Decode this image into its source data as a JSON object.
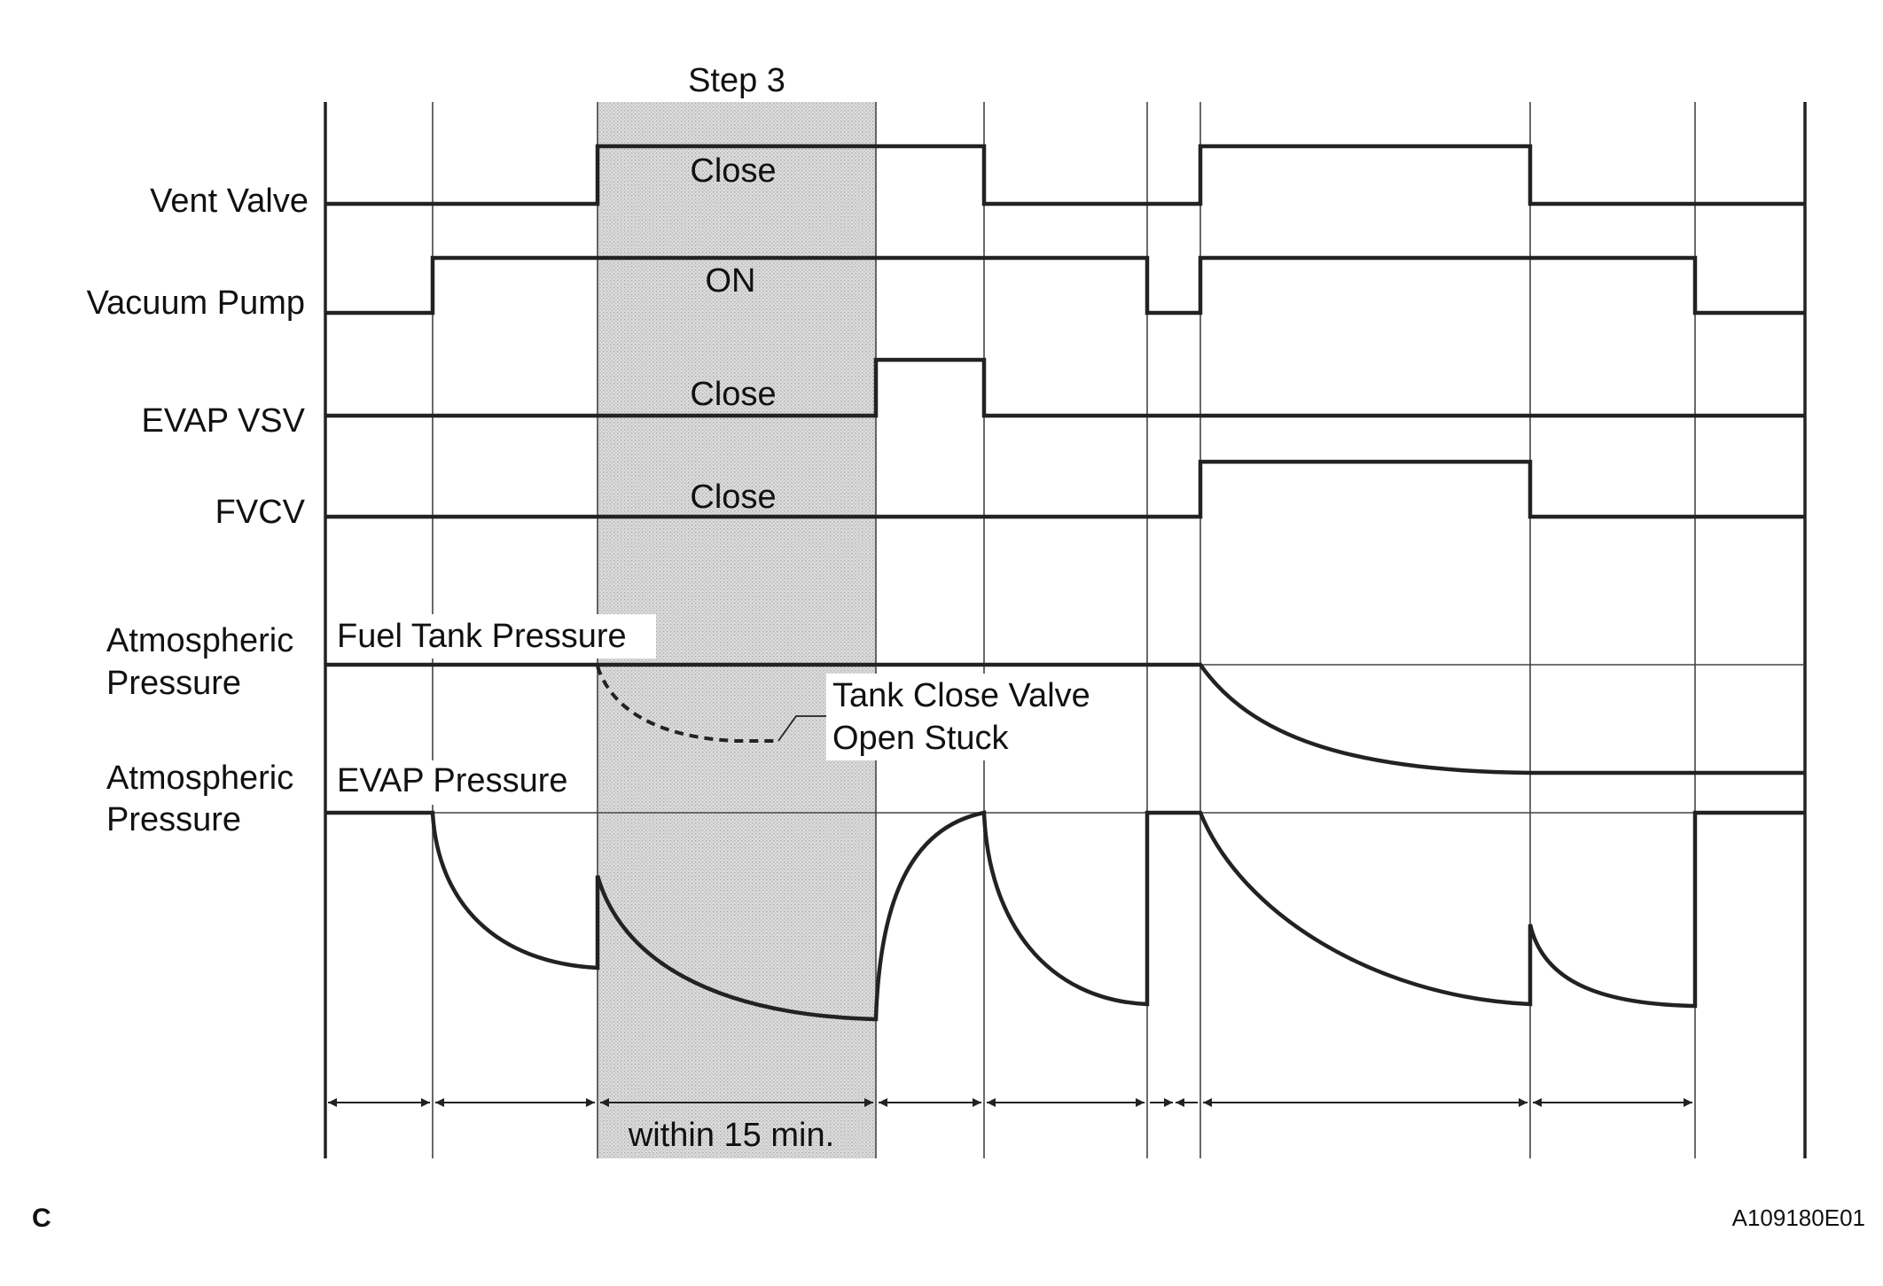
{
  "step_label": "Step 3",
  "signals": [
    {
      "id": "vent",
      "label": "Vent Valve",
      "state_label": "Close"
    },
    {
      "id": "pump",
      "label": "Vacuum Pump",
      "state_label": "ON"
    },
    {
      "id": "vsv",
      "label": "EVAP VSV",
      "state_label": "Close"
    },
    {
      "id": "fvcv",
      "label": "FVCV",
      "state_label": "Close"
    }
  ],
  "pressure": [
    {
      "id": "tank",
      "axis_label": [
        "Atmospheric",
        "Pressure"
      ],
      "trace_label": "Fuel Tank Pressure"
    },
    {
      "id": "evap",
      "axis_label": [
        "Atmospheric",
        "Pressure"
      ],
      "trace_label": "EVAP Pressure"
    }
  ],
  "annotation": [
    "Tank Close Valve",
    "Open Stuck"
  ],
  "duration_label": "within 15 min.",
  "corner_letter": "C",
  "figure_id": "A109180E01",
  "colors": {
    "line": "#222222",
    "shade": "#d7d7d7",
    "background": "#ffffff"
  }
}
